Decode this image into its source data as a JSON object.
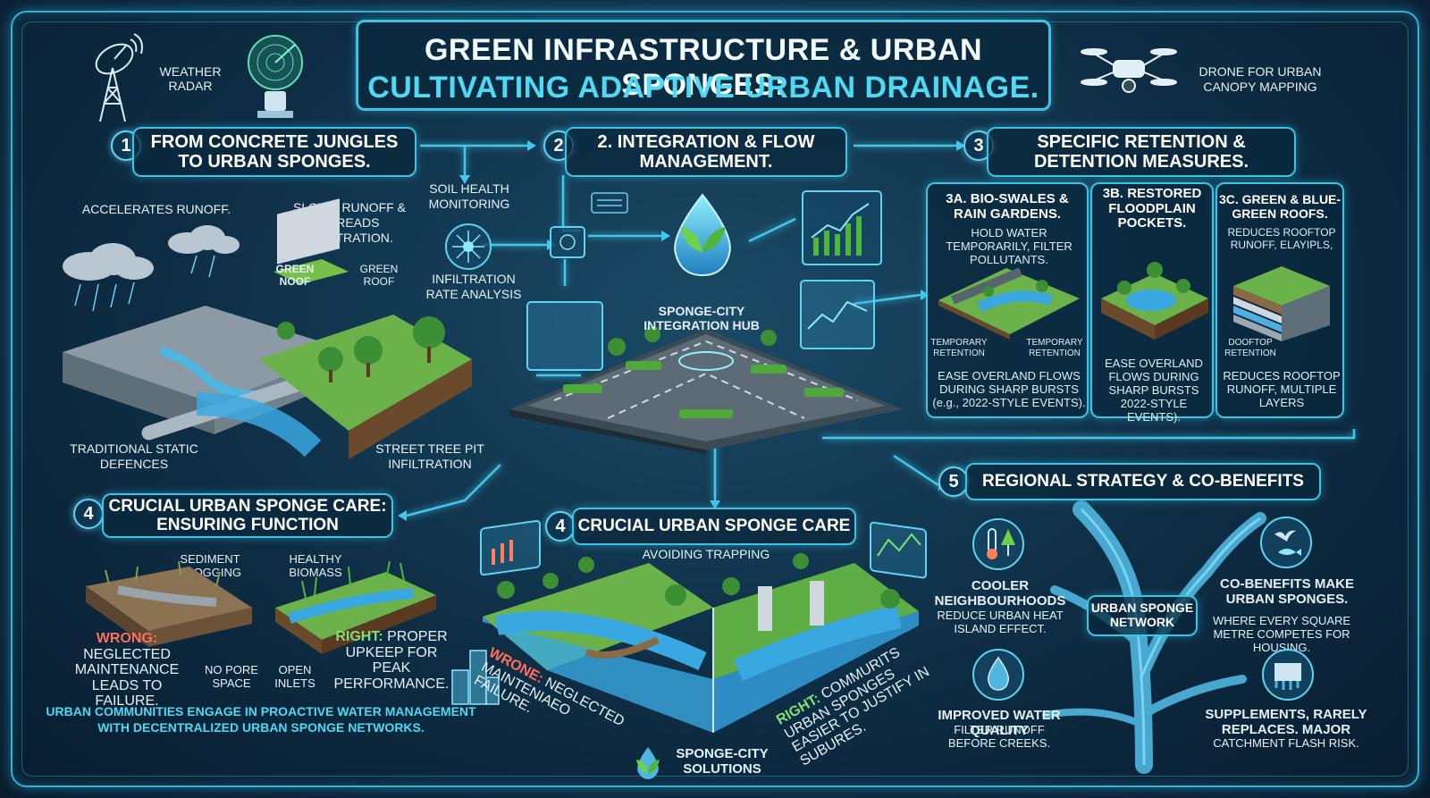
{
  "title": {
    "line1": "GREEN INFRASTRUCTURE & URBAN SPONGES:",
    "line2": "CULTIVATING ADAPTIVE URBAN DRAINAGE."
  },
  "corner": {
    "weather_radar": "WEATHER RADAR",
    "drone": "DRONE FOR URBAN CANOPY MAPPING"
  },
  "section1": {
    "num": "1",
    "title": "FROM CONCRETE JUNGLES TO URBAN SPONGES.",
    "accelerates": "ACCELERATES RUNOFF.",
    "slows": "SLOWS RUNOFF & SPREADS INFILTRATION.",
    "green_noof": "GREEN NOOF",
    "green_roof": "GREEN ROOF",
    "traditional": "TRADITIONAL STATIC DEFENCES",
    "street_tree": "STREET TREE PIT INFILTRATION"
  },
  "monitoring": {
    "soil_health": "SOIL HEALTH MONITORING",
    "infiltration_rate": "INFILTRATION RATE ANALYSIS"
  },
  "section2": {
    "num": "2",
    "title": "2. INTEGRATION & FLOW MANAGEMENT.",
    "hub": "SPONGE-CITY INTEGRATION HUB"
  },
  "section3": {
    "num": "3",
    "title": "SPECIFIC RETENTION & DETENTION MEASURES.",
    "a": {
      "title": "3A. BIO-SWALES & RAIN GARDENS.",
      "desc": "HOLD WATER TEMPORARILY, FILTER POLLUTANTS.",
      "left_tag": "TEMPORARY RETENTION",
      "right_tag": "TEMPORARY RETENTION",
      "footer": "EASE OVERLAND FLOWS DURING SHARP BURSTS (e.g., 2022-STYLE EVENTS)."
    },
    "b": {
      "title": "3B. RESTORED FLOODPLAIN POCKETS.",
      "footer": "EASE OVERLAND FLOWS DURING SHARP BURSTS 2022-STYLE EVENTS)."
    },
    "c": {
      "title": "3C. GREEN & BLUE-GREEN ROOFS.",
      "desc": "REDUCES ROOFTOP RUNOFF, ELAYIPLS,",
      "tag": "DOOFTOP RETENTION",
      "footer": "REDUCES ROOFTOP RUNOFF, MULTIPLE LAYERS"
    }
  },
  "section4_left": {
    "num": "4",
    "title": "CRUCIAL URBAN SPONGE CARE: ENSURING FUNCTION",
    "sediment": "SEDIMENT CLOGGING",
    "healthy": "HEALTHY BIOMASS",
    "wrong_label": "WRONG:",
    "wrong_text": "NEGLECTED MAINTENANCE LEADS TO FAILURE.",
    "no_pore": "NO PORE SPACE",
    "open_inlets": "OPEN INLETS",
    "right_label": "RIGHT:",
    "right_text": "PROPER UPKEEP FOR PEAK PERFORMANCE.",
    "footer": "URBAN COMMUNITIES ENGAGE IN PROACTIVE WATER MANAGEMENT WITH DECENTRALIZED URBAN SPONGE NETWORKS."
  },
  "section4_center": {
    "num": "4",
    "title": "CRUCIAL URBAN SPONGE CARE",
    "sub": "AVOIDING TRAPPING",
    "wrong_label": "WRONE:",
    "wrong_text": "NEGLECTED MAINTENIAEO FAILURE.",
    "right_label": "RIGHT:",
    "right_text": "COMMURITS URBAN SPONGES EASIER TO JUSTIFY IN SUBURES."
  },
  "section5": {
    "num": "5",
    "title": "REGIONAL STRATEGY & CO-BENEFITS",
    "network": "URBAN SPONGE NETWORK",
    "cooler_title": "COOLER NEIGHBOURHOODS",
    "cooler_desc": "REDUCE URBAN HEAT ISLAND EFFECT.",
    "cobenefits_title": "CO-BENEFITS MAKE URBAN SPONGES.",
    "cobenefits_desc": "WHERE EVERY SQUARE METRE COMPETES FOR HOUSING.",
    "water_title": "IMPROVED WATER QUALITY",
    "water_desc": "FILTER RUNOFF BEFORE CREEKS.",
    "supplements": "SUPPLEMENTS, RARELY REPLACES. MAJOR",
    "supplements_desc": "CATCHMENT FLASH RISK."
  },
  "brand": "SPONGE-CITY SOLUTIONS",
  "colors": {
    "accent": "#3cc3e6",
    "title_cyan": "#4fd9f2",
    "wrong": "#ff6f5a",
    "right": "#7fe07a",
    "background": "#0e2d44"
  },
  "icons": [
    "weather-radar-icon",
    "radar-dish-icon",
    "drone-icon",
    "sponge-drop-icon",
    "sensor-hub-icon",
    "thermometer-tree-icon",
    "water-drop-icon",
    "bird-fish-icon",
    "dam-icon",
    "city-tower-icon"
  ]
}
